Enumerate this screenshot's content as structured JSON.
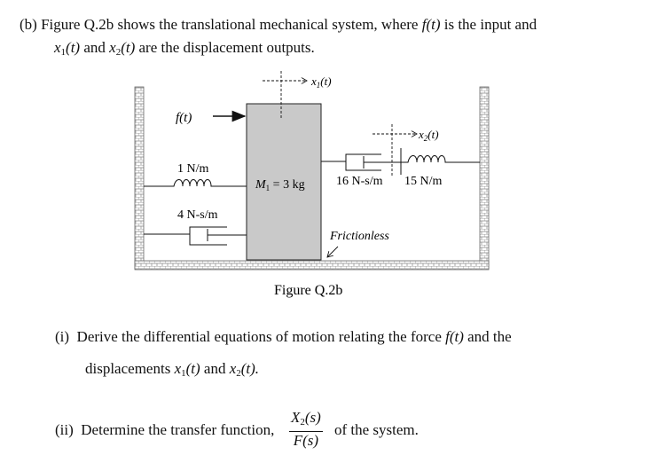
{
  "question": {
    "label": "(b)",
    "line1_a": "Figure Q.2b shows the translational mechanical system, where",
    "line1_f": "f",
    "line1_t": "(t)",
    "line1_b": "is the input and",
    "line2_x": "x",
    "line2_s1": "1",
    "line2_t1": "(t)",
    "line2_and": "and",
    "line2_s2": "2",
    "line2_t2": "(t)",
    "line2_b": "are the displacement outputs."
  },
  "figure": {
    "caption": "Figure Q.2b",
    "force_label": "f(t)",
    "x1_label": "x",
    "x1_sub": "1",
    "x1_t": "(t)",
    "x2_label": "x",
    "x2_sub": "2",
    "x2_t": "(t)",
    "mass_label": "M",
    "mass_sub": "1",
    "mass_value": " = 3 kg",
    "spring1_label": "1 N/m",
    "damper1_label": "4 N-s/m",
    "damper2_label": "16 N-s/m",
    "spring2_label": "15 N/m",
    "frictionless_label": "Frictionless"
  },
  "part_i": {
    "label": "(i)",
    "text_a": "Derive the differential equations of motion relating the force",
    "f": "f",
    "t": "(t)",
    "and_word": "and the",
    "text_b": "displacements",
    "x": "x",
    "s1": "1",
    "t1": "(t)",
    "and2": "and",
    "s2": "2",
    "t2": "(t)."
  },
  "part_ii": {
    "label": "(ii)",
    "text_a": "Determine the transfer function,",
    "num_x": "X",
    "num_sub": "2",
    "num_s": "(s)",
    "den": "F(s)",
    "text_b": "of the system."
  }
}
